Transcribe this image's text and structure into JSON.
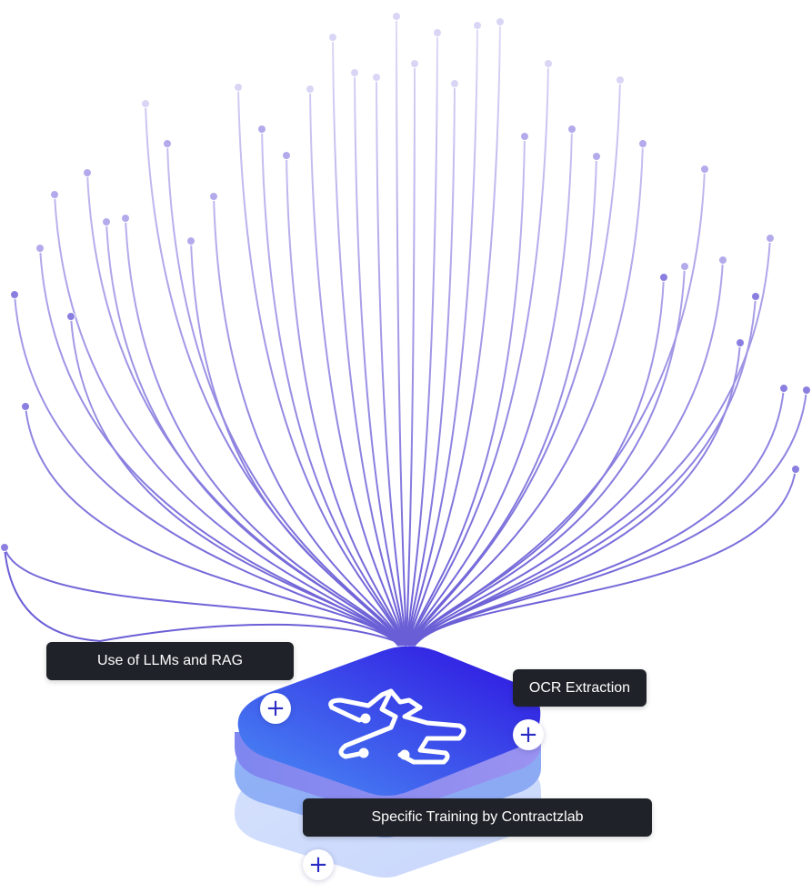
{
  "labels": {
    "llm": "Use of LLMs and RAG",
    "ocr": "OCR Extraction",
    "training": "Specific Training by Contractzlab"
  },
  "buttons": {
    "plus_symbol": "+"
  },
  "icons": {
    "center": "contractzlab-logo-icon",
    "expand": "plus-icon"
  },
  "colors": {
    "fiber_dark": "#6b5fd6",
    "fiber_light": "#cfcaf2",
    "platform_top_start": "#4a8ef5",
    "platform_top_end": "#3215e0",
    "platform_mid": "#8fb0f6",
    "platform_bottom": "#cfdbfc",
    "label_bg": "#1f2228",
    "plus_color": "#2b2cc4"
  }
}
